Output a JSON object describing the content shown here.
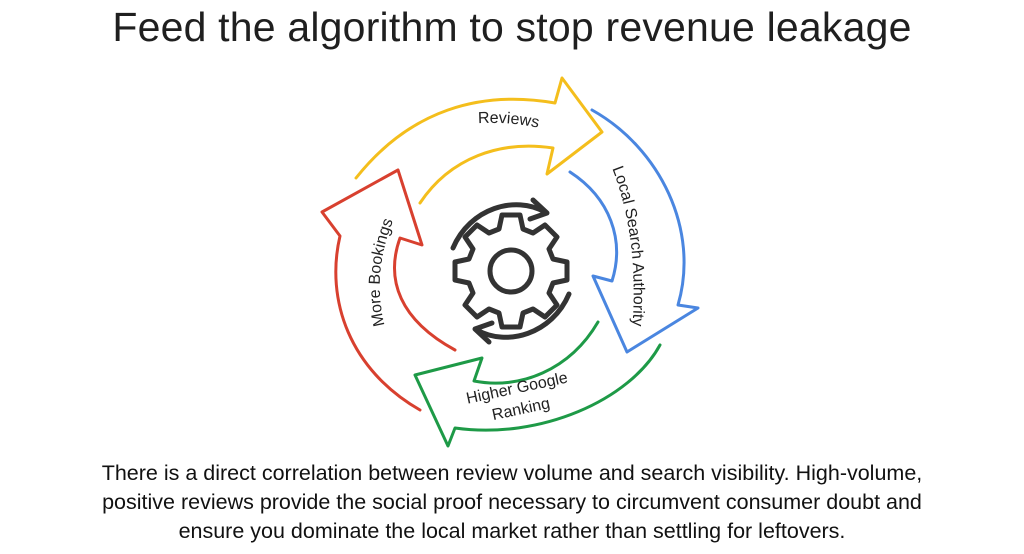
{
  "title": "Feed the algorithm to stop revenue leakage",
  "cycle": {
    "steps": [
      {
        "label": "Reviews",
        "color": "#F4BE1C"
      },
      {
        "label": "Local Search Authority",
        "color": "#4A86E0"
      },
      {
        "label_line1": "Higher Google",
        "label_line2": "Ranking",
        "color": "#1E9A47"
      },
      {
        "label": "More Bookings",
        "color": "#D8402F"
      }
    ],
    "center_icon": "gear-cycle-icon",
    "stroke_color": "#333333"
  },
  "caption": {
    "line1": "There is a direct correlation between review volume and search visibility.  High-volume,",
    "line2": "positive reviews provide the social proof necessary to circumvent consumer doubt and",
    "line3": "ensure you dominate the local market rather than settling for leftovers."
  }
}
